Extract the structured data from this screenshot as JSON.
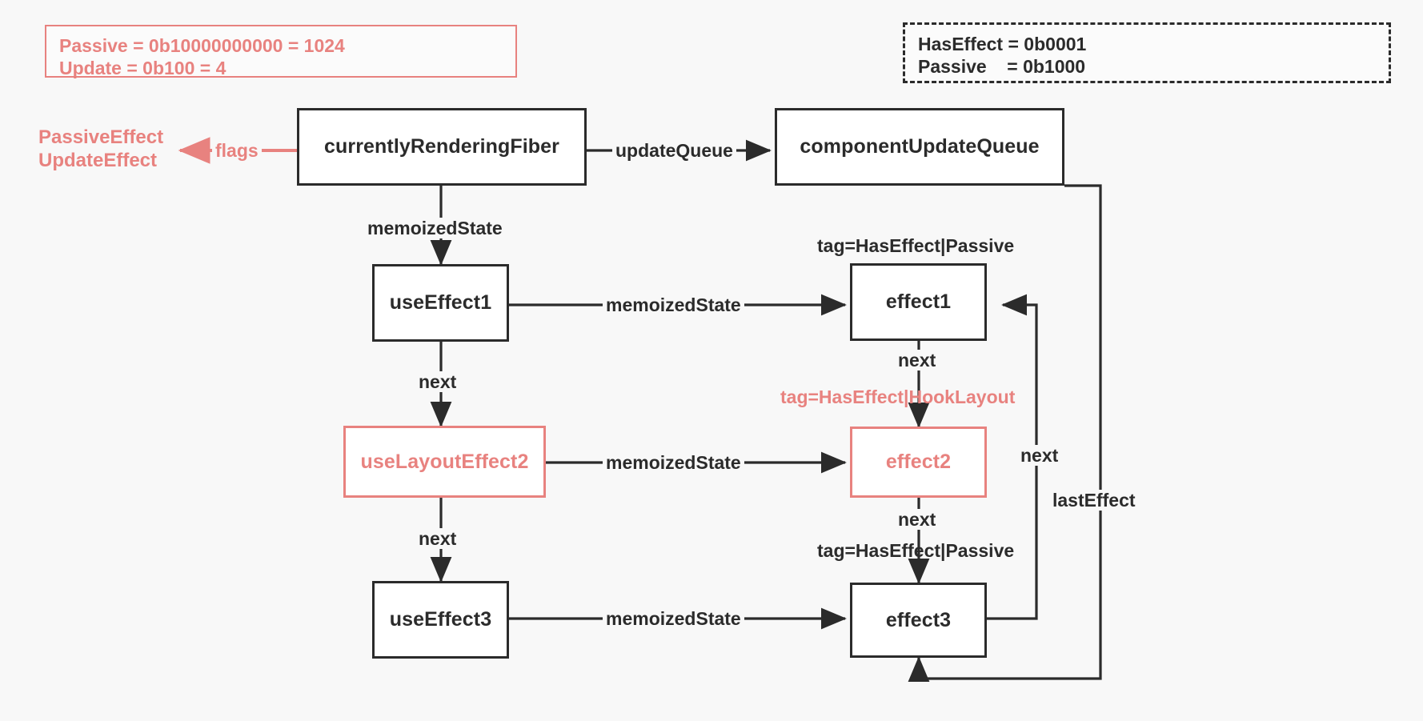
{
  "legends": {
    "flag_values": {
      "lines": [
        "Passive = 0b10000000000 = 1024",
        "Update = 0b100 = 4"
      ],
      "text": "Passive = 0b10000000000 = 1024\nUpdate = 0b100 = 4",
      "color": "#e8827f"
    },
    "hook_tag_values": {
      "lines": [
        "HasEffect = 0b0001",
        "Passive    = 0b1000"
      ],
      "text": "HasEffect = 0b0001\nPassive    = 0b1000",
      "color": "#2b2b2b"
    }
  },
  "fiber_flags": {
    "text": "PassiveEffect\nUpdateEffect",
    "lines": [
      "PassiveEffect",
      "UpdateEffect"
    ],
    "edge_label": "flags",
    "color": "#e8827f"
  },
  "nodes": {
    "currently_rendering_fiber": "currentlyRenderingFiber",
    "component_update_queue": "componentUpdateQueue",
    "use_effect_1": "useEffect1",
    "use_layout_effect_2": "useLayoutEffect2",
    "use_effect_3": "useEffect3",
    "effect_1": "effect1",
    "effect_2": "effect2",
    "effect_3": "effect3"
  },
  "edge_labels": {
    "update_queue": "updateQueue",
    "memoized_state_fiber": "memoizedState",
    "memoized_state_1": "memoizedState",
    "memoized_state_2": "memoizedState",
    "memoized_state_3": "memoizedState",
    "next_hook_1": "next",
    "next_hook_2": "next",
    "next_effect_1": "next",
    "next_effect_2": "next",
    "next_effect_3": "next",
    "last_effect": "lastEffect"
  },
  "tags": {
    "effect1_tag": "tag=HasEffect|Passive",
    "effect2_tag": "tag=HasEffect|HookLayout",
    "effect3_tag": "tag=HasEffect|Passive"
  },
  "colors": {
    "background": "#f8f8f8",
    "stroke": "#2b2b2b",
    "accent_red": "#e8827f",
    "node_fill": "#ffffff"
  }
}
